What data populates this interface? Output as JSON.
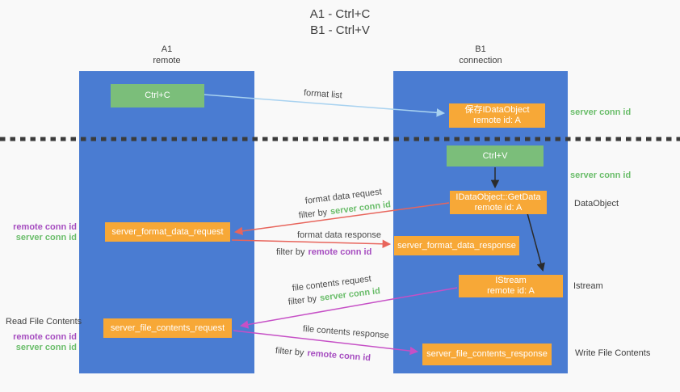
{
  "title": {
    "line1": "A1 - Ctrl+C",
    "line2": "B1 - Ctrl+V"
  },
  "lifelines": {
    "a1": {
      "name": "A1",
      "subtitle": "remote"
    },
    "b1": {
      "name": "B1",
      "subtitle": "connection"
    }
  },
  "nodes": {
    "ctrl_c": "Ctrl+C",
    "ctrl_v": "Ctrl+V",
    "save_dataobject": {
      "line1": "保存IDataObject",
      "line2": "remote id: A"
    },
    "getdata": {
      "line1": "IDataObject::GetData",
      "line2": "remote id: A"
    },
    "istream": {
      "line1": "IStream",
      "line2": "remote id: A"
    },
    "format_request": "server_format_data_request",
    "format_response": "server_format_data_response",
    "file_request": "server_file_contents_request",
    "file_response": "server_file_contents_response"
  },
  "arrow_labels": {
    "format_list": "format list",
    "format_data_request": "format data request",
    "format_data_response": "format data response",
    "file_contents_request": "file contents request",
    "file_contents_response": "file contents response",
    "filter_by": "filter by"
  },
  "ids": {
    "remote": "remote conn id",
    "server": "server conn id"
  },
  "side_labels": {
    "dataobject": "DataObject",
    "istream": "Istream",
    "read_file_contents": "Read File Contents",
    "write_file_contents": "Write File Contents"
  },
  "colors": {
    "background": "#f9f9f9",
    "lifeline_blue": "#4a7cd2",
    "node_green": "#7bbe7a",
    "node_orange": "#f7a837",
    "green_text": "#6abd6a",
    "purple_text": "#a64dc0",
    "red_arrow": "#e8655c",
    "magenta_arrow": "#c650c6",
    "light_blue_arrow": "#a8d2f0",
    "black_arrow": "#2b2b2b",
    "divider": "#3b3b3b"
  }
}
